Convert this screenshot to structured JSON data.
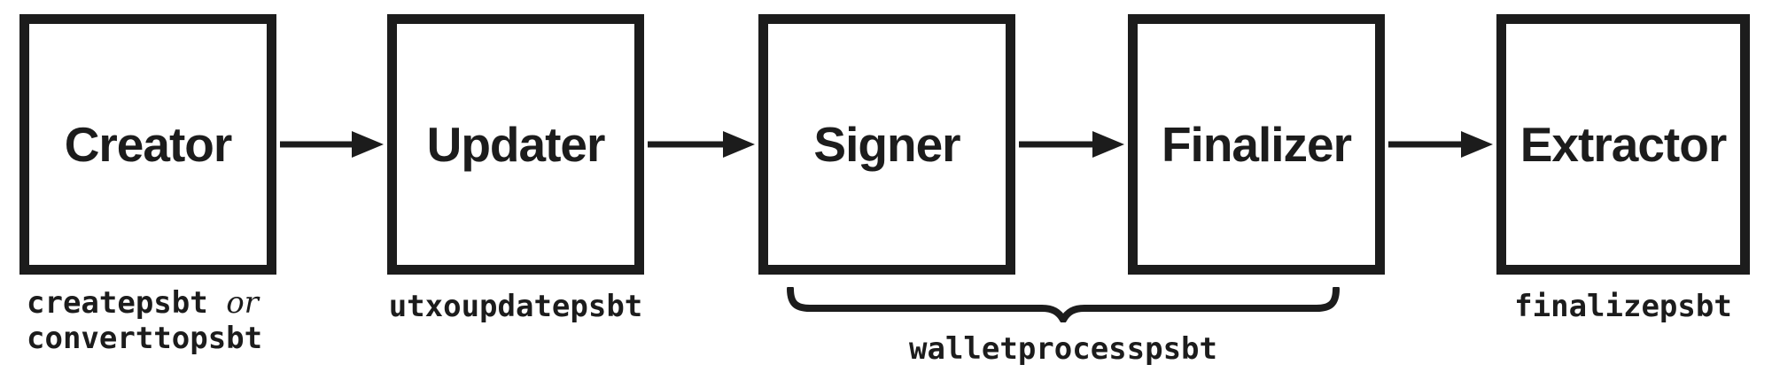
{
  "diagram": {
    "nodes": [
      {
        "id": "creator",
        "label": "Creator"
      },
      {
        "id": "updater",
        "label": "Updater"
      },
      {
        "id": "signer",
        "label": "Signer"
      },
      {
        "id": "finalizer",
        "label": "Finalizer"
      },
      {
        "id": "extractor",
        "label": "Extractor"
      }
    ],
    "edges": [
      {
        "from": "creator",
        "to": "updater"
      },
      {
        "from": "updater",
        "to": "signer"
      },
      {
        "from": "signer",
        "to": "finalizer"
      },
      {
        "from": "finalizer",
        "to": "extractor"
      }
    ],
    "captions": {
      "creator": {
        "code1": "createpsbt",
        "conjunction": "or",
        "code2": "converttopsbt"
      },
      "updater": {
        "code": "utxoupdatepsbt"
      },
      "signer_finalizer": {
        "code": "walletprocesspsbt"
      },
      "extractor": {
        "code": "finalizepsbt"
      }
    }
  }
}
